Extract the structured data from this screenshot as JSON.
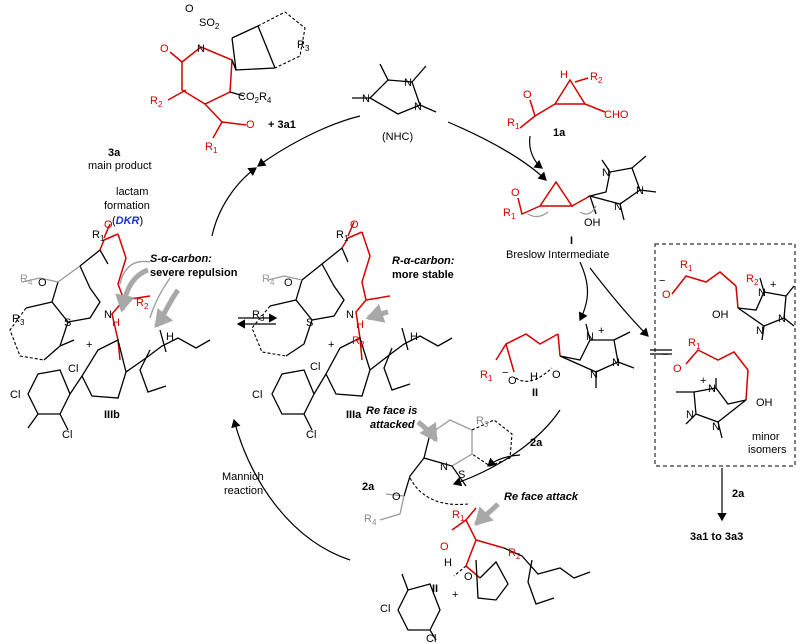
{
  "top_product": {
    "label_3a": "3a",
    "label_main_product": "main product",
    "plus_label": "+ 3a1",
    "atoms": {
      "so2": "SO",
      "so2_sub": "2",
      "n": "N",
      "o": "O",
      "r3": "R",
      "r3_sub": "3",
      "r2": "R",
      "r2_sub": "2",
      "r1": "R",
      "r1_sub": "1",
      "co2r4": "CO",
      "co2r4_sub": "2",
      "co2r4_r": "R",
      "co2r4_r_sub": "4"
    }
  },
  "nhc": {
    "label": "(NHC)",
    "n1": "N",
    "n2": "N",
    "n3": "N"
  },
  "substrate_1a": {
    "label": "1a",
    "cho": "CHO",
    "r1": "R",
    "r1_sub": "1",
    "r2": "R",
    "r2_sub": "2",
    "h": "H",
    "o": "O"
  },
  "breslow": {
    "numeral": "I",
    "label": "Breslow Intermediate",
    "oh": "OH",
    "n1": "N",
    "n2": "N",
    "n3": "N",
    "r1": "R",
    "r1_sub": "1",
    "o": "O"
  },
  "intermediate_II": {
    "numeral": "II",
    "r1": "R",
    "r1_sub": "1",
    "o1": "O",
    "o2": "O",
    "h": "H",
    "n1": "N",
    "n2": "N",
    "n3": "N",
    "plus": "+",
    "minus": "−"
  },
  "minor_isomers": {
    "label1": "minor",
    "label2": "isomers",
    "reagent": "2a",
    "products": "3a1 to 3a3",
    "iso1": {
      "minus": "−",
      "o": "O",
      "r1": "R",
      "r1_sub": "1",
      "r2": "R",
      "r2_sub": "2",
      "oh": "OH",
      "n1": "N",
      "n2": "N",
      "n3": "N",
      "plus": "+"
    },
    "iso2": {
      "minus": "−",
      "o": "O",
      "r1": "R",
      "r1_sub": "1",
      "oh": "OH",
      "n1": "N",
      "n2": "N",
      "n3": "N",
      "plus": "+"
    }
  },
  "cycle_labels": {
    "lactam1": "lactam",
    "lactam2": "formation",
    "dkr_open": "(",
    "dkr": "DKR",
    "dkr_close": ")",
    "mannich1": "Mannich",
    "mannich2": "reaction",
    "reagent_2a": "2a"
  },
  "IIIb": {
    "numeral": "IIIb",
    "note1": "S-α-carbon:",
    "note2": "severe repulsion",
    "atoms": {
      "r1": "R",
      "r1_sub": "1",
      "r4": "R",
      "r4_sub": "4",
      "r3": "R",
      "r3_sub": "3",
      "r2": "R",
      "r2_sub": "2",
      "o": "O",
      "n": "N",
      "s": "S",
      "h": "H",
      "cl1": "Cl",
      "cl2": "Cl",
      "cl3": "Cl",
      "plus": "+"
    }
  },
  "IIIa": {
    "numeral": "IIIa",
    "note1": "R-α-carbon:",
    "note2": "more stable",
    "atoms": {
      "r1": "R",
      "r1_sub": "1",
      "r4": "R",
      "r4_sub": "4",
      "r3": "R",
      "r3_sub": "3",
      "r2": "R",
      "r2_sub": "2",
      "o": "O",
      "n": "N",
      "s": "S",
      "h": "H",
      "cl1": "Cl",
      "cl2": "Cl",
      "cl3": "Cl",
      "plus": "+"
    }
  },
  "transition": {
    "re_face_attacked1": "Re face is",
    "re_face_attacked2": "attacked",
    "re_face_attack": "Re face attack",
    "label_2a": "2a",
    "numeral": "II",
    "atoms": {
      "r3": "R",
      "r3_sub": "3",
      "r4": "R",
      "r4_sub": "4",
      "r1": "R",
      "r1_sub": "1",
      "r2": "R",
      "r2_sub": "2",
      "o": "O",
      "n": "N",
      "s": "S",
      "h": "H",
      "cl1": "Cl",
      "cl2": "Cl",
      "plus": "+"
    }
  }
}
